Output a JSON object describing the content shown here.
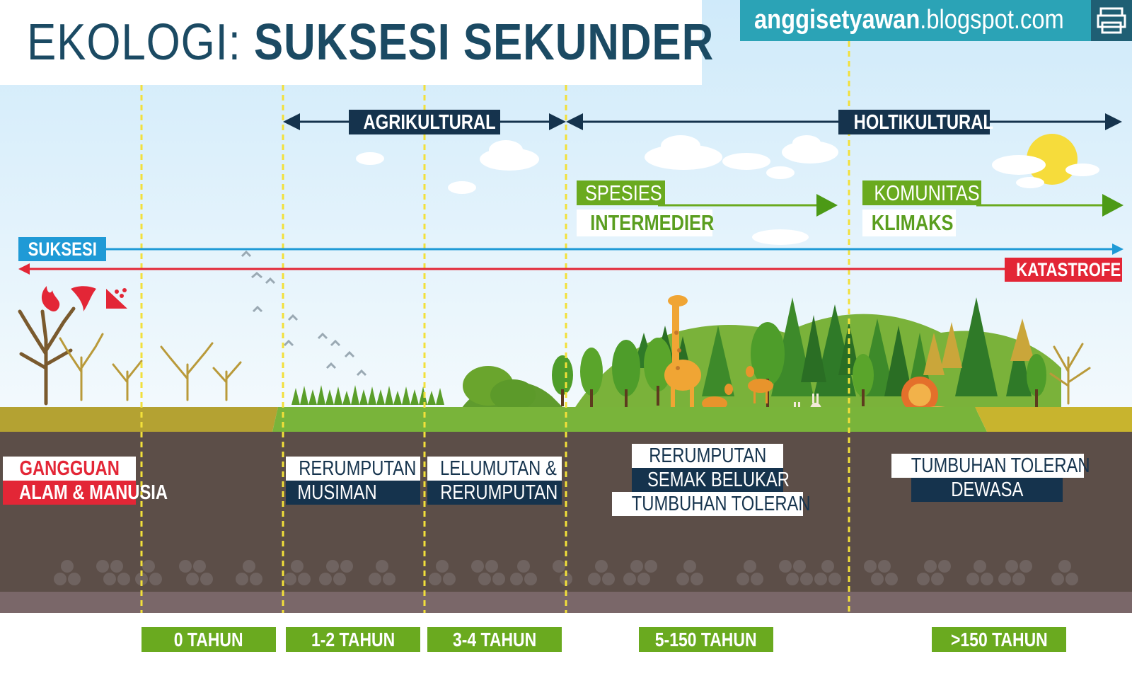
{
  "header": {
    "title_light": "EKOLOGI:",
    "title_bold": "SUKSESI SEKUNDER",
    "site_bold": "anggisetyawan",
    "site_rest": ".blogspot.com",
    "site_icon": "printer-icon"
  },
  "ranges": {
    "agrikultural": "AGRIKULTURAL",
    "holtikultural": "HOLTIKULTURAL"
  },
  "arrows": {
    "spesies_line1": "SPESIES",
    "spesies_line2": "INTERMEDIER",
    "komunitas_line1": "KOMUNITAS",
    "komunitas_line2": "KLIMAKS",
    "suksesi": "SUKSESI",
    "katastrofe": "KATASTROFE"
  },
  "disturbance_icons": [
    "fire-icon",
    "storm-icon",
    "landslide-icon"
  ],
  "stages": {
    "gangguan_line1": "GANGGUAN",
    "gangguan_line2": "ALAM & MANUSIA",
    "rerumputan_musiman_line1": "RERUMPUTAN",
    "rerumputan_musiman_line2": "MUSIMAN",
    "lelumutan_line1": "LELUMUTAN &",
    "lelumutan_line2": "RERUMPUTAN",
    "intermediate_line1": "RERUMPUTAN",
    "intermediate_line2": "SEMAK BELUKAR",
    "intermediate_line3": "TUMBUHAN TOLERAN",
    "klimaks_line1": "TUMBUHAN TOLERAN",
    "klimaks_line2": "DEWASA"
  },
  "years": [
    "0 TAHUN",
    "1-2 TAHUN",
    "3-4 TAHUN",
    "5-150 TAHUN",
    ">150 TAHUN"
  ],
  "colors": {
    "navy": "#15334d",
    "green": "#6aaa1f",
    "suksesi_blue": "#1f9ad6",
    "katastrofe_red": "#e32636",
    "site_teal": "#2ba3b6"
  }
}
